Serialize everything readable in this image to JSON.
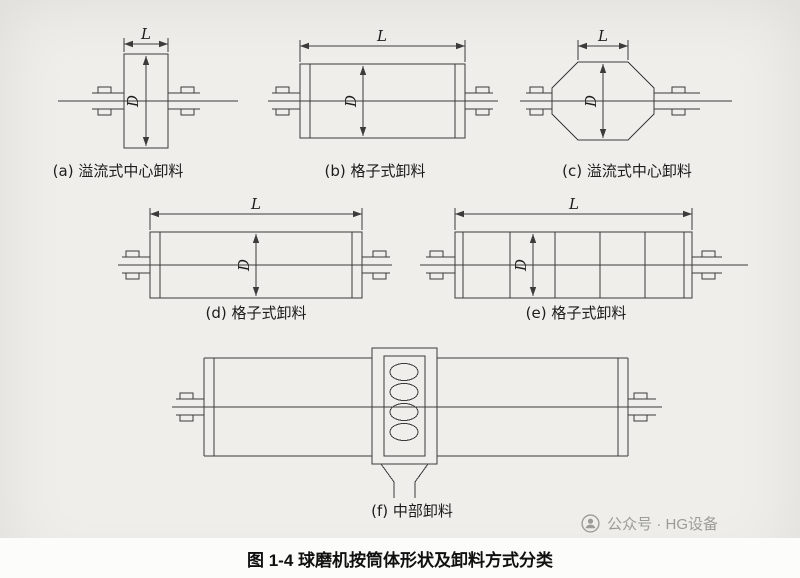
{
  "figure": {
    "caption": "图 1-4  球磨机按筒体形状及卸料方式分类",
    "watermark": "公众号 · HG设备"
  },
  "dims": {
    "L": "L",
    "D": "D"
  },
  "diagrams": {
    "a": {
      "label": "(a) 溢流式中心卸料"
    },
    "b": {
      "label": "(b) 格子式卸料"
    },
    "c": {
      "label": "(c) 溢流式中心卸料"
    },
    "d": {
      "label": "(d) 格子式卸料"
    },
    "e": {
      "label": "(e) 格子式卸料"
    },
    "f": {
      "label": "(f) 中部卸料"
    }
  }
}
